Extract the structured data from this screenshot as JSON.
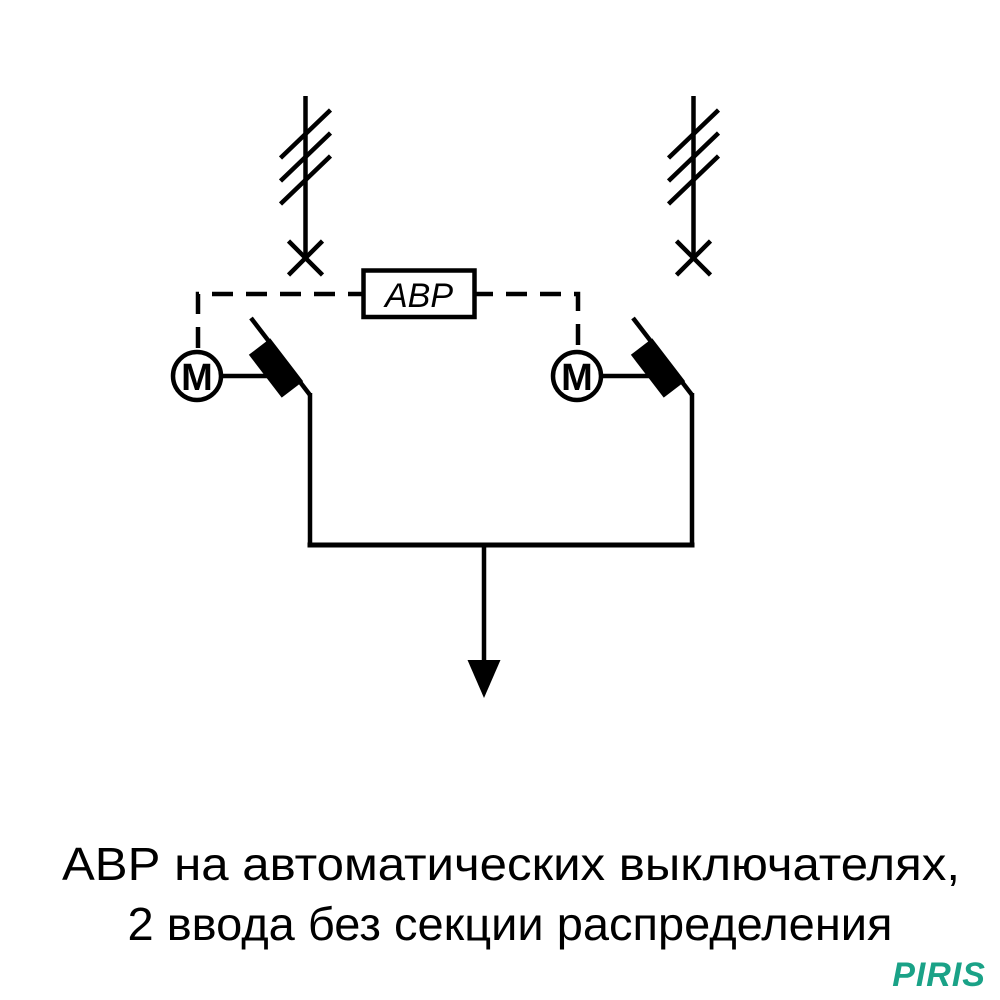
{
  "diagram": {
    "abp_box": {
      "label": "АВР"
    },
    "motors": {
      "left_label": "М",
      "right_label": "М"
    },
    "caption": {
      "line1": "АВР на автоматических выключателях,",
      "line2": "2 ввода без секции распределения"
    },
    "logo": {
      "text": "PIRIS",
      "color": "#1aa287"
    },
    "colors": {
      "line": "#000000",
      "background": "#ffffff"
    }
  }
}
